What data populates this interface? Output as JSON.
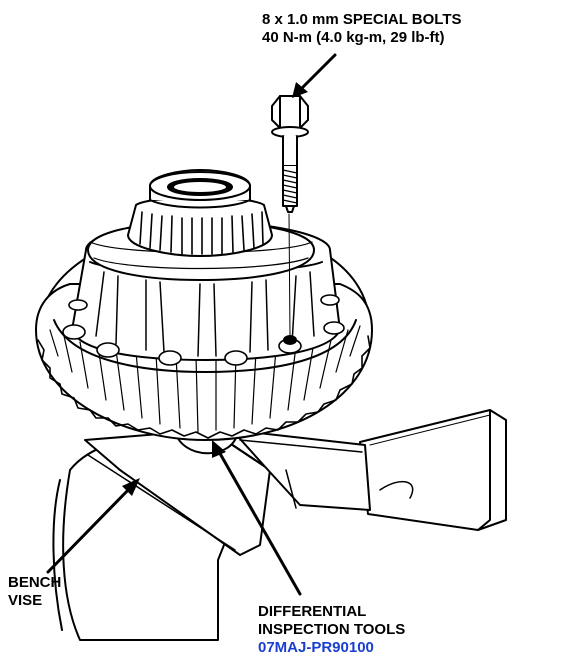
{
  "labels": {
    "bolts": {
      "line1": "8 x 1.0 mm SPECIAL BOLTS",
      "line2": "40 N-m (4.0 kg-m, 29 lb-ft)"
    },
    "vise": {
      "line1": "BENCH",
      "line2": "VISE"
    },
    "tools": {
      "line1": "DIFFERENTIAL",
      "line2": "INSPECTION TOOLS",
      "part_number": "07MAJ-PR90100"
    }
  },
  "colors": {
    "ink": "#000000",
    "part_number": "#1a3fd0",
    "background": "#ffffff"
  }
}
